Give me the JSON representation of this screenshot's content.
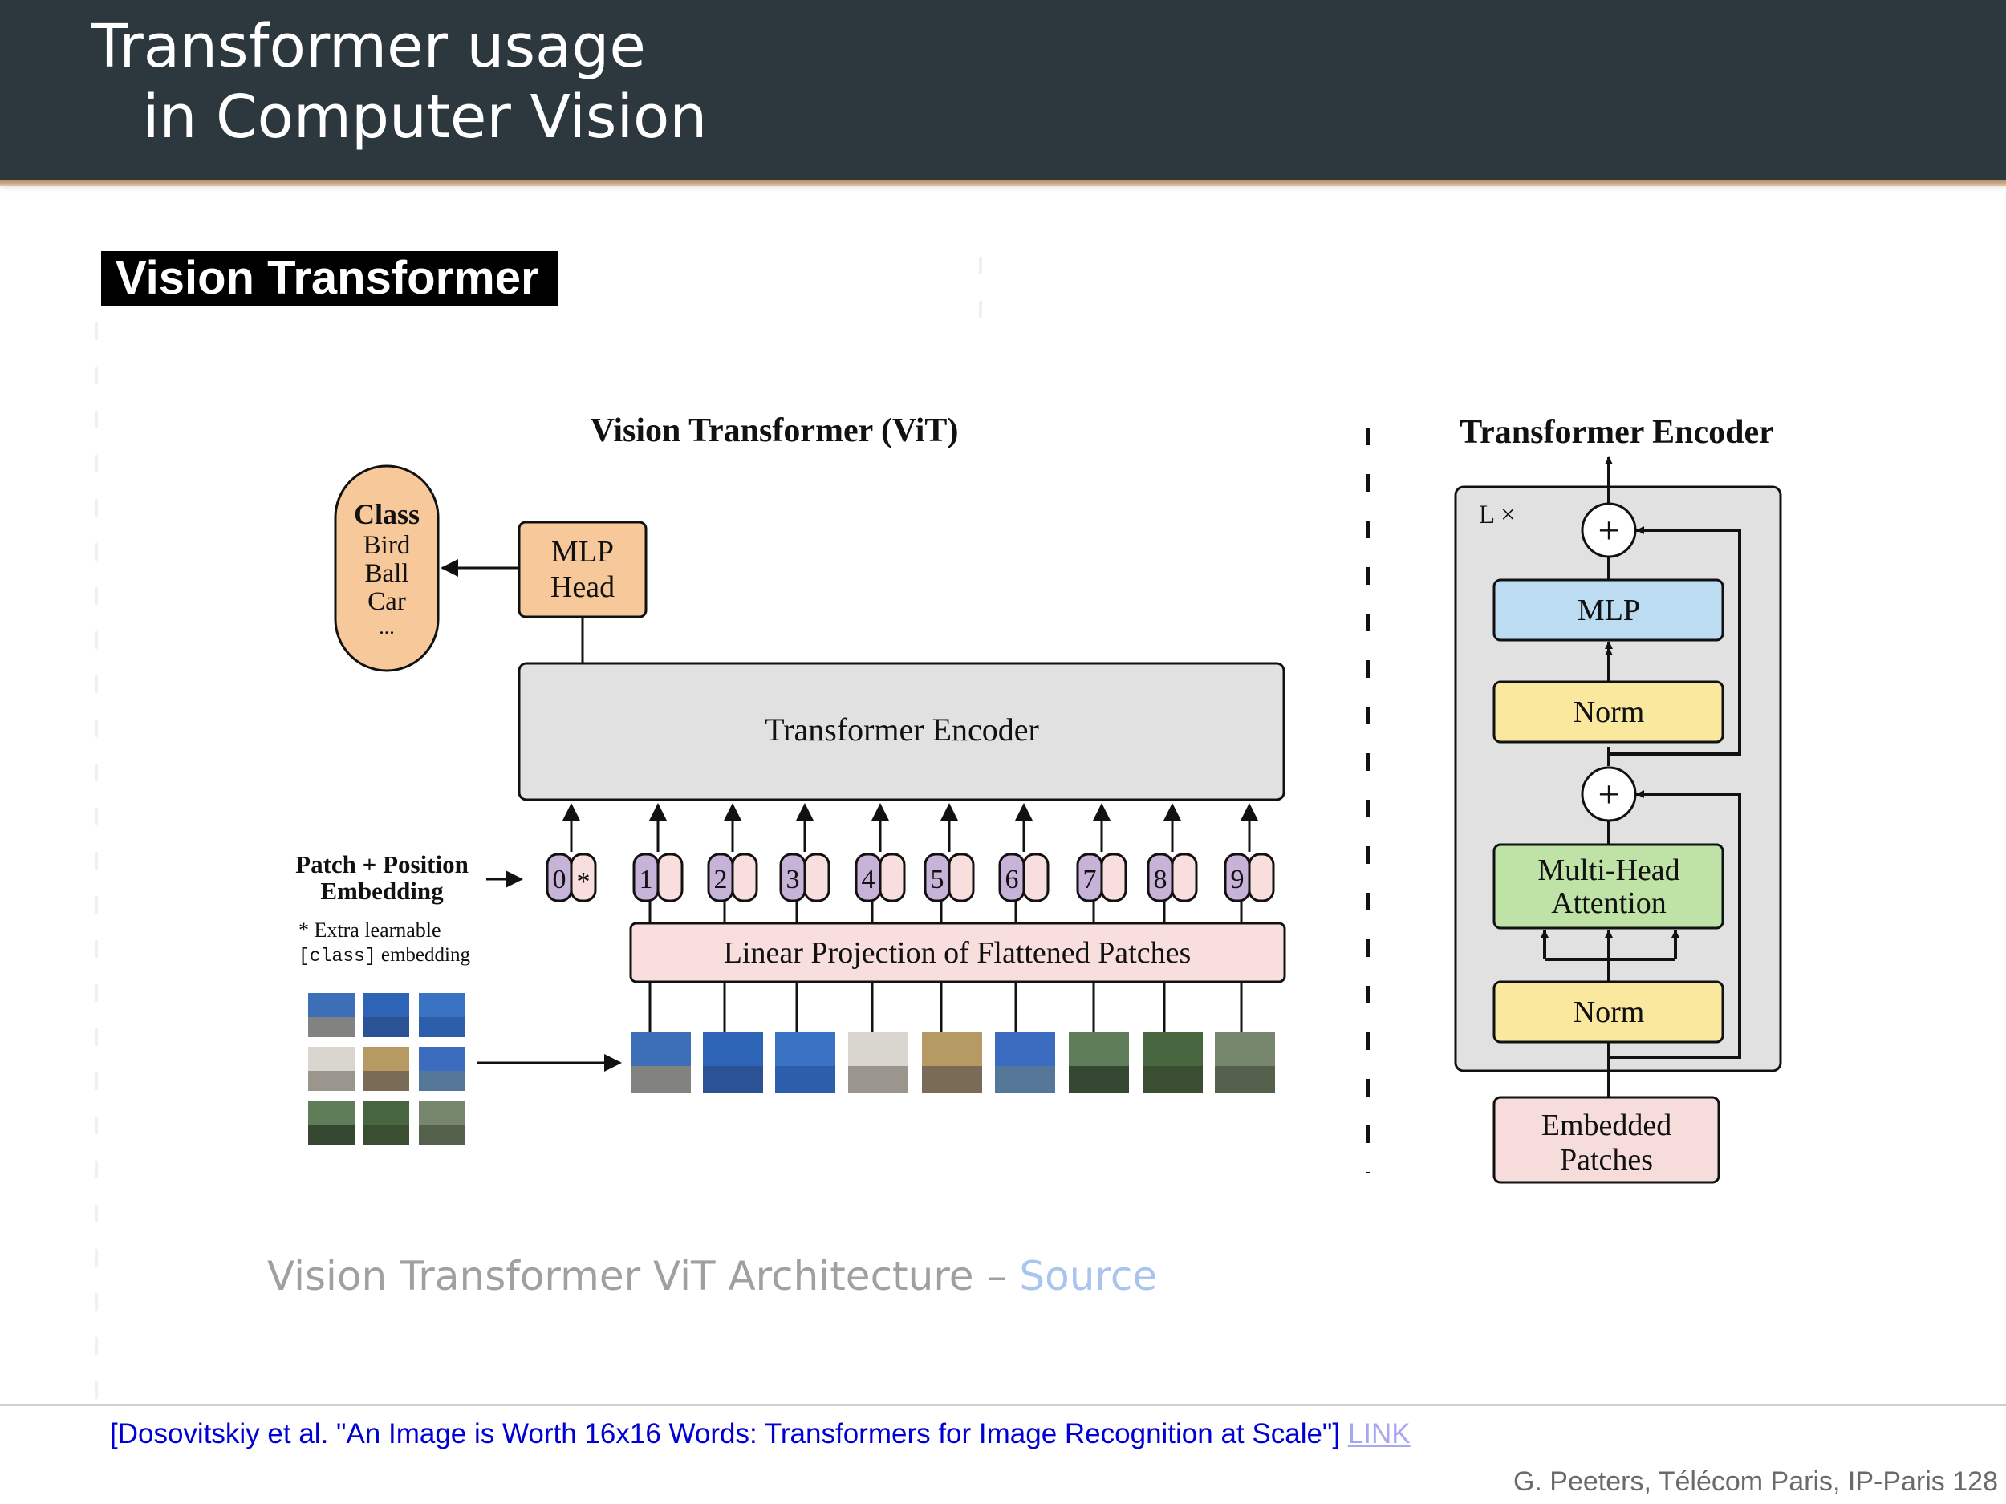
{
  "slide": {
    "title_line1": "Transformer usage",
    "title_line2": "in Computer Vision",
    "section_label": "Vision Transformer",
    "caption_text": "Vision Transformer ViT Architecture – ",
    "caption_link": "Source",
    "reference_text": "[Dosovitskiy et al. \"An Image is Worth 16x16 Words: Transformers for Image Recognition at Scale\"] ",
    "reference_link": "LINK",
    "footer": "G. Peeters, Télécom Paris, IP-Paris 128"
  },
  "vit": {
    "title": "Vision Transformer (ViT)",
    "class_box": {
      "heading": "Class",
      "items": [
        "Bird",
        "Ball",
        "Car",
        "..."
      ]
    },
    "mlp_head": [
      "MLP",
      "Head"
    ],
    "encoder": "Transformer Encoder",
    "embedding_label": [
      "Patch + Position",
      "Embedding"
    ],
    "extra_note_line1": "* Extra learnable",
    "extra_note_code": "[class]",
    "extra_note_rest": " embedding",
    "projection": "Linear Projection of Flattened Patches",
    "token_labels": [
      "0",
      "1",
      "2",
      "3",
      "4",
      "5",
      "6",
      "7",
      "8",
      "9"
    ],
    "class_token_mark": "*"
  },
  "encoder_block": {
    "title": "Transformer Encoder",
    "repeat_label": "L ×",
    "mlp": "MLP",
    "norm_top": "Norm",
    "attention": [
      "Multi-Head",
      "Attention"
    ],
    "norm_bottom": "Norm",
    "embedded": [
      "Embedded",
      "Patches"
    ],
    "plus": "+"
  },
  "colors": {
    "header_bg": "#2c383d",
    "class_fill": "#f6c89a",
    "encoder_fill": "#e1e1e1",
    "token_fill": "#c7b3d8",
    "pos_fill": "#f9dede",
    "mlp_fill": "#bcdcf1",
    "norm_fill": "#fbe89f",
    "attention_fill": "#bfe3a6",
    "embedded_fill": "#f7dcdc"
  }
}
